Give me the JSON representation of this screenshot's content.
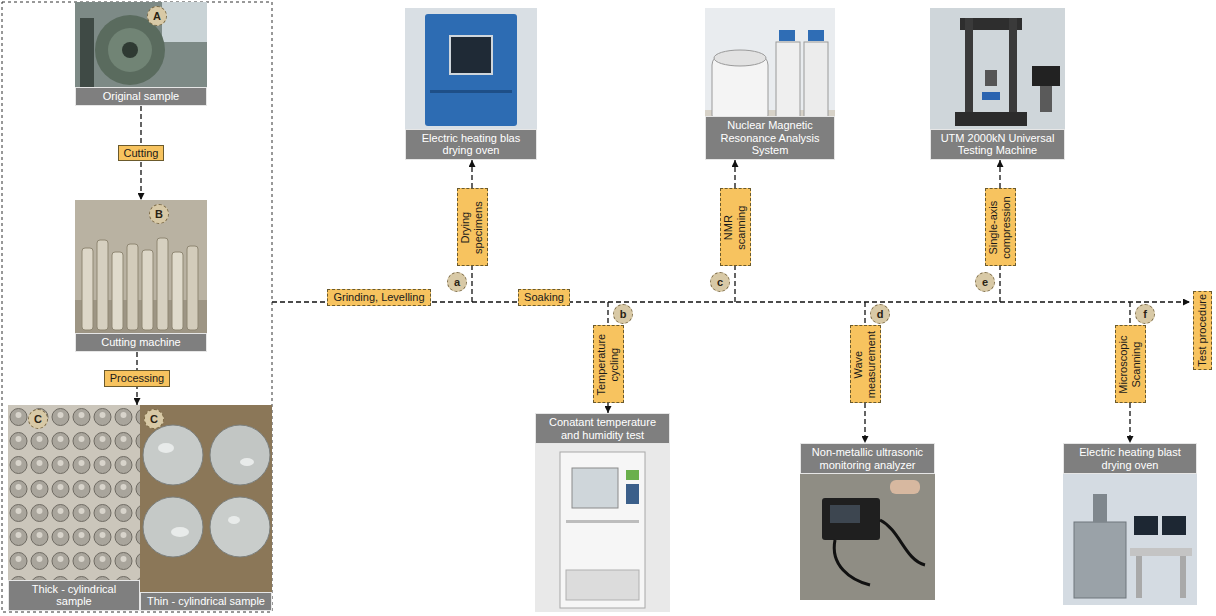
{
  "diagram": {
    "nodes": [
      {
        "text": [
          "Original sample"
        ]
      },
      {
        "text": [
          "A"
        ],
        "in": 0
      },
      {
        "text": [
          "Cutting machine"
        ]
      },
      {
        "text": [
          "B"
        ],
        "in": 2
      },
      {
        "text": [
          "Thick - cylindrical sample"
        ]
      },
      {
        "text": [
          "C"
        ],
        "in": 4
      },
      {
        "text": [
          "Thin - cylindrical sample"
        ]
      },
      {
        "text": [
          "C"
        ],
        "in": 6
      },
      {
        "text": [
          "Grinding, Levelling"
        ]
      },
      {
        "text": [
          "Drying specimens"
        ]
      },
      {
        "text": [
          "a"
        ]
      },
      {
        "text": [
          "Electric heating blas drying oven"
        ]
      },
      {
        "text": [
          "Soaking"
        ]
      },
      {
        "text": [
          "Temperature cycling"
        ]
      },
      {
        "text": [
          "b"
        ]
      },
      {
        "text": [
          "Conatant temperature and humidity test"
        ]
      },
      {
        "text": [
          "NMR scanning"
        ]
      },
      {
        "text": [
          "c"
        ]
      },
      {
        "text": [
          "Nuclear Magnetic Resonance Analysis System"
        ]
      },
      {
        "text": [
          "Wave measurement"
        ]
      },
      {
        "text": [
          "d"
        ]
      },
      {
        "text": [
          "Non-metallic ultrasonic monitoring analyzer"
        ]
      },
      {
        "text": [
          "Single-axis compression"
        ]
      },
      {
        "text": [
          "e"
        ]
      },
      {
        "text": [
          "UTM 2000kN Universal Testing Machine"
        ]
      },
      {
        "text": [
          "Microscopic Scanning"
        ]
      },
      {
        "text": [
          "f"
        ]
      },
      {
        "text": [
          "Electric heating blast drying oven"
        ]
      },
      {
        "text": [
          "Test procedure"
        ]
      }
    ],
    "edges": [
      {
        "from": 0,
        "to": 2,
        "label": "Cutting",
        "arrow": "to"
      },
      {
        "from": 2,
        "to": 4,
        "label": "Processing",
        "arrow": "to"
      },
      {
        "from": 9,
        "to": 11,
        "arrow": "to"
      },
      {
        "from": 13,
        "to": 15,
        "arrow": "to"
      },
      {
        "from": 16,
        "to": 18,
        "arrow": "to"
      },
      {
        "from": 19,
        "to": 21,
        "arrow": "to"
      },
      {
        "from": 22,
        "to": 24,
        "arrow": "to"
      },
      {
        "from": 25,
        "to": 27,
        "arrow": "to"
      }
    ]
  }
}
